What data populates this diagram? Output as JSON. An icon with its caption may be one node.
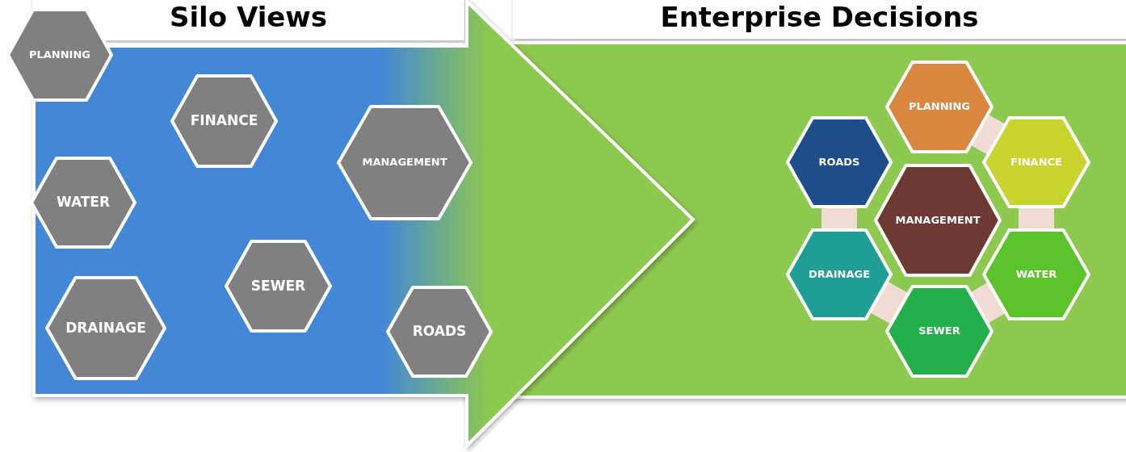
{
  "diagram": {
    "nodes": [
      {
        "text": [
          "PLANNING"
        ]
      },
      {
        "text": [
          "FINANCE"
        ]
      },
      {
        "text": [
          "MANAGEMENT"
        ]
      },
      {
        "text": [
          "WATER"
        ]
      },
      {
        "text": [
          "SEWER"
        ]
      },
      {
        "text": [
          "DRAINAGE"
        ]
      },
      {
        "text": [
          "ROADS"
        ]
      },
      {
        "text": [
          "PLANNING"
        ]
      },
      {
        "text": [
          "ROADS"
        ]
      },
      {
        "text": [
          "FINANCE"
        ]
      },
      {
        "text": [
          "MANAGEMENT"
        ]
      },
      {
        "text": [
          "DRAINAGE"
        ]
      },
      {
        "text": [
          "WATER"
        ]
      },
      {
        "text": [
          "SEWER"
        ]
      }
    ],
    "edges": [],
    "labels": [
      "Silo Views",
      "Enterprise Decisions"
    ]
  }
}
